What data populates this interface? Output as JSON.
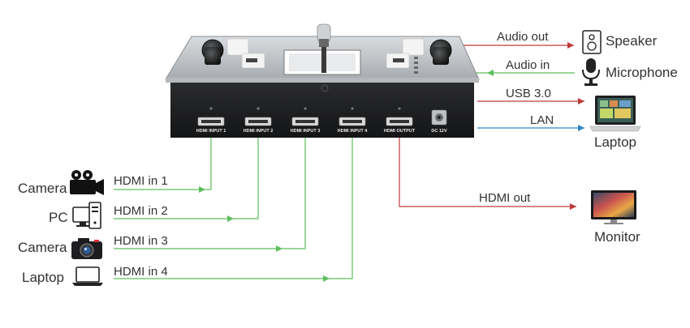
{
  "colors": {
    "green": "#5cbf5c",
    "red": "#c0393b",
    "blue": "#2f83c4"
  },
  "device": {
    "ports": [
      "HDMI INPUT 1",
      "HDMI INPUT 2",
      "HDMI INPUT 3",
      "HDMI INPUT 4",
      "HDMI OUTPUT"
    ],
    "power_label": "DC 12V"
  },
  "right": {
    "audio_out": "Audio out",
    "audio_in": "Audio in",
    "usb": "USB 3.0",
    "lan": "LAN",
    "hdmi_out": "HDMI out",
    "speaker": "Speaker",
    "microphone": "Microphone",
    "laptop": "Laptop",
    "monitor": "Monitor"
  },
  "left": {
    "inputs": [
      {
        "device": "Camera",
        "label": "HDMI in 1"
      },
      {
        "device": "PC",
        "label": "HDMI in 2"
      },
      {
        "device": "Camera",
        "label": "HDMI in 3"
      },
      {
        "device": "Laptop",
        "label": "HDMI in 4"
      }
    ]
  }
}
